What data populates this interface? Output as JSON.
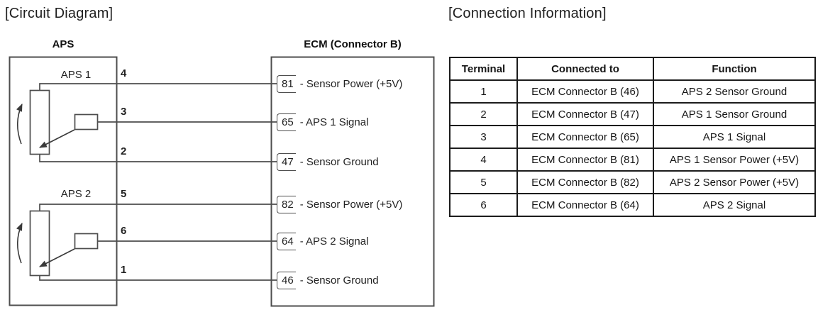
{
  "titles": {
    "circuit": "[Circuit Diagram]",
    "connection": "[Connection Information]"
  },
  "aps": {
    "label": "APS",
    "sensors": [
      {
        "name": "APS 1"
      },
      {
        "name": "APS 2"
      }
    ],
    "terminals": [
      "4",
      "3",
      "2",
      "5",
      "6",
      "1"
    ]
  },
  "ecm": {
    "label": "ECM (Connector B)",
    "pins": [
      {
        "num": "81",
        "desc": "- Sensor Power (+5V)"
      },
      {
        "num": "65",
        "desc": "- APS 1 Signal"
      },
      {
        "num": "47",
        "desc": "- Sensor Ground"
      },
      {
        "num": "82",
        "desc": "- Sensor Power (+5V)"
      },
      {
        "num": "64",
        "desc": "- APS 2 Signal"
      },
      {
        "num": "46",
        "desc": "- Sensor Ground"
      }
    ]
  },
  "table": {
    "headers": [
      "Terminal",
      "Connected to",
      "Function"
    ],
    "rows": [
      [
        "1",
        "ECM Connector B (46)",
        "APS 2 Sensor Ground"
      ],
      [
        "2",
        "ECM Connector B (47)",
        "APS 1 Sensor Ground"
      ],
      [
        "3",
        "ECM Connector B (65)",
        "APS 1 Signal"
      ],
      [
        "4",
        "ECM Connector B (81)",
        "APS 1 Sensor Power (+5V)"
      ],
      [
        "5",
        "ECM Connector B (82)",
        "APS 2 Sensor Power (+5V)"
      ],
      [
        "6",
        "ECM Connector B (64)",
        "APS 2 Signal"
      ]
    ]
  },
  "colors": {
    "background": "#ffffff",
    "diagram_line": "#4d4d4d",
    "arrow": "#3a3a3a",
    "table_border": "#1c1c1c",
    "text": "#1a1a1a"
  }
}
